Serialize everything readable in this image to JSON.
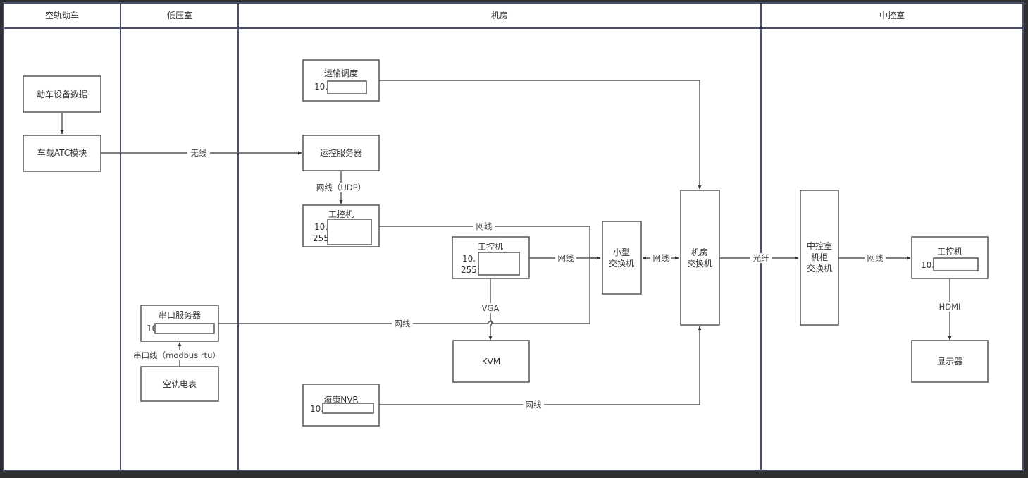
{
  "diagram": {
    "type": "swimlane-network-topology",
    "lanes": [
      {
        "id": "lane-vehicle",
        "title": "空轨动车"
      },
      {
        "id": "lane-lowvoltage",
        "title": "低压室"
      },
      {
        "id": "lane-machineroom",
        "title": "机房"
      },
      {
        "id": "lane-control",
        "title": "中控室"
      }
    ],
    "nodes": {
      "vehicle_data": {
        "lines": [
          "动车设备数据"
        ]
      },
      "atc_module": {
        "lines": [
          "车载ATC模块"
        ]
      },
      "serial_server": {
        "lines": [
          "串口服务器",
          "10."
        ],
        "redacted": true
      },
      "power_meter": {
        "lines": [
          "空轨电表"
        ]
      },
      "transport_dispatch": {
        "lines": [
          "运输调度",
          "10."
        ],
        "redacted": true
      },
      "ops_server": {
        "lines": [
          "运控服务器"
        ]
      },
      "ipc_1": {
        "lines": [
          "工控机",
          "10.",
          "255"
        ],
        "redacted": true
      },
      "ipc_2": {
        "lines": [
          "工控机",
          "10.",
          "255"
        ],
        "redacted": true
      },
      "kvm": {
        "lines": [
          "KVM"
        ]
      },
      "nvr": {
        "lines": [
          "海康NVR",
          "10."
        ],
        "redacted": true
      },
      "small_switch": {
        "lines": [
          "小型",
          "交换机"
        ]
      },
      "room_switch": {
        "lines": [
          "机房",
          "交换机"
        ]
      },
      "control_cabinet_switch": {
        "lines": [
          "中控室",
          "机柜",
          "交换机"
        ]
      },
      "ipc_control": {
        "lines": [
          "工控机",
          "10."
        ],
        "redacted": true
      },
      "monitor": {
        "lines": [
          "显示器"
        ]
      }
    },
    "edges": [
      {
        "id": "e1",
        "from": "vehicle_data",
        "to": "atc_module",
        "label": ""
      },
      {
        "id": "e2",
        "from": "atc_module",
        "to": "ops_server",
        "label": "无线"
      },
      {
        "id": "e3",
        "from": "ops_server",
        "to": "ipc_1",
        "label": "网线（UDP）"
      },
      {
        "id": "e4",
        "from": "transport_dispatch",
        "to": "room_switch",
        "label": ""
      },
      {
        "id": "e5",
        "from": "ipc_1",
        "to": "small_switch",
        "label": "网线"
      },
      {
        "id": "e6",
        "from": "ipc_2",
        "to": "small_switch",
        "label": "网线"
      },
      {
        "id": "e7",
        "from": "ipc_2",
        "to": "kvm",
        "label": "VGA"
      },
      {
        "id": "e8",
        "from": "serial_server",
        "to": "small_switch",
        "label": "网线"
      },
      {
        "id": "e9",
        "from": "power_meter",
        "to": "serial_server",
        "label": "串口线（modbus rtu）"
      },
      {
        "id": "e10",
        "from": "small_switch",
        "to": "room_switch",
        "label": "网线",
        "bidirectional": true
      },
      {
        "id": "e11",
        "from": "nvr",
        "to": "room_switch",
        "label": "网线"
      },
      {
        "id": "e12",
        "from": "room_switch",
        "to": "control_cabinet_switch",
        "label": "光纤"
      },
      {
        "id": "e13",
        "from": "control_cabinet_switch",
        "to": "ipc_control",
        "label": "网线"
      },
      {
        "id": "e14",
        "from": "ipc_control",
        "to": "monitor",
        "label": "HDMI"
      }
    ]
  },
  "colors": {
    "lane_border": "#4b4f6e",
    "node_border": "#555555",
    "background": "#ffffff",
    "outer_frame": "#2f2f2f"
  }
}
